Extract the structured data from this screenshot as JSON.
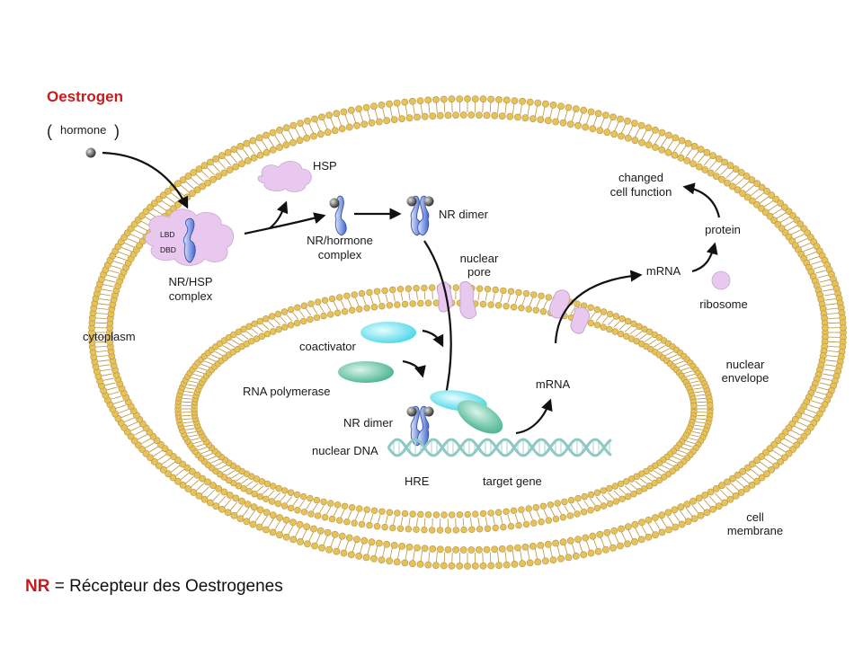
{
  "title": "Oestrogen",
  "hormone_label": "hormone",
  "paren_open": "(",
  "paren_close": ")",
  "labels": {
    "hsp": "HSP",
    "lbd": "LBD",
    "dbd": "DBD",
    "nr_hsp_complex_1": "NR/HSP",
    "nr_hsp_complex_2": "complex",
    "nr_hormone_complex_1": "NR/hormone",
    "nr_hormone_complex_2": "complex",
    "nr_dimer_top": "NR dimer",
    "nuclear_pore_1": "nuclear",
    "nuclear_pore_2": "pore",
    "changed_cell_function_1": "changed",
    "changed_cell_function_2": "cell function",
    "protein": "protein",
    "mrna_top": "mRNA",
    "ribosome": "ribosome",
    "cytoplasm": "cytoplasm",
    "coactivator": "coactivator",
    "rna_polymerase": "RNA polymerase",
    "nr_dimer_bottom": "NR dimer",
    "nuclear_dna": "nuclear DNA",
    "mrna_bottom": "mRNA",
    "nuclear_envelope_1": "nuclear",
    "nuclear_envelope_2": "envelope",
    "hre": "HRE",
    "target_gene": "target gene",
    "cell_membrane_1": "cell",
    "cell_membrane_2": "membrane"
  },
  "legend": {
    "abbr": "NR",
    "text": " = Récepteur des Oestrogenes"
  },
  "colors": {
    "membrane": "#e6c25c",
    "membrane_dark": "#b8923a",
    "hsp": "#e8c8ee",
    "receptor": "#5a7fd6",
    "hormone": "#555555",
    "coactivator": "#7fe8f2",
    "polymerase": "#6fd0b0",
    "dna": "#8fc9c4",
    "title_red": "#cc1a1a"
  }
}
